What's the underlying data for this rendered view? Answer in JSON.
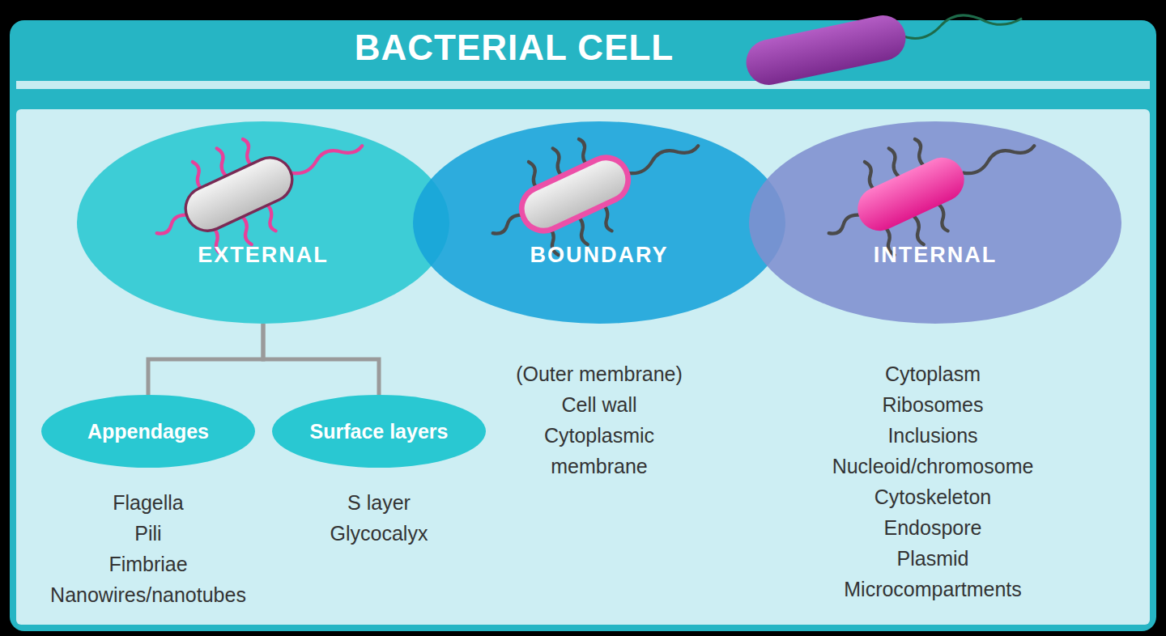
{
  "diagram": {
    "title": "BACTERIAL CELL",
    "nodes": [
      {
        "text": [
          "EXTERNAL"
        ]
      },
      {
        "text": [
          "BOUNDARY"
        ]
      },
      {
        "text": [
          "INTERNAL"
        ]
      },
      {
        "text": [
          "Appendages"
        ]
      },
      {
        "text": [
          "Surface layers"
        ]
      }
    ],
    "edges": [
      {
        "from": 0,
        "to": 3,
        "arrow": "none"
      },
      {
        "from": 0,
        "to": 4,
        "arrow": "none"
      }
    ],
    "labels": [
      "Flagella",
      "Pili",
      "Fimbriae",
      "Nanowires/nanotubes",
      "S layer",
      "Glycocalyx",
      "(Outer membrane)",
      "Cell wall",
      "Cytoplasmic membrane",
      "Cytoplasm",
      "Ribosomes",
      "Inclusions",
      "Nucleoid/chromosome",
      "Cytoskeleton",
      "Endospore",
      "Plasmid",
      "Microcompartments"
    ]
  }
}
